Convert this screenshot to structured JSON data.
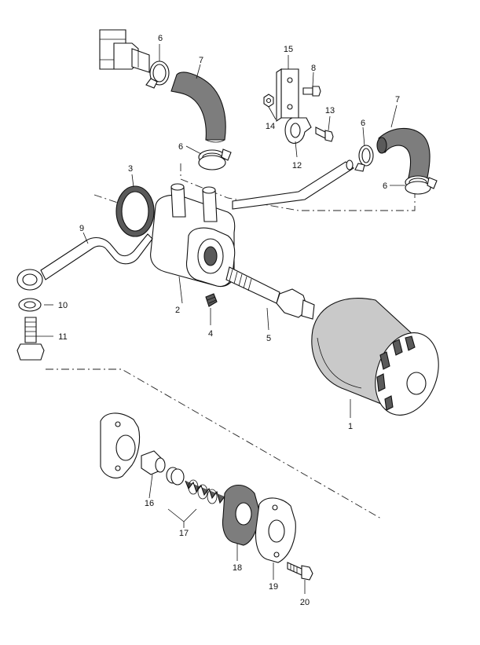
{
  "diagram": {
    "callouts": [
      {
        "id": "c1",
        "label": "1"
      },
      {
        "id": "c2",
        "label": "2"
      },
      {
        "id": "c3",
        "label": "3"
      },
      {
        "id": "c4",
        "label": "4"
      },
      {
        "id": "c5",
        "label": "5"
      },
      {
        "id": "c6a",
        "label": "6"
      },
      {
        "id": "c6b",
        "label": "6"
      },
      {
        "id": "c6c",
        "label": "6"
      },
      {
        "id": "c6d",
        "label": "6"
      },
      {
        "id": "c7a",
        "label": "7"
      },
      {
        "id": "c7b",
        "label": "7"
      },
      {
        "id": "c8",
        "label": "8"
      },
      {
        "id": "c9",
        "label": "9"
      },
      {
        "id": "c10",
        "label": "10"
      },
      {
        "id": "c11",
        "label": "11"
      },
      {
        "id": "c12",
        "label": "12"
      },
      {
        "id": "c13",
        "label": "13"
      },
      {
        "id": "c14",
        "label": "14"
      },
      {
        "id": "c15",
        "label": "15"
      },
      {
        "id": "c16",
        "label": "16"
      },
      {
        "id": "c17",
        "label": "17"
      },
      {
        "id": "c18",
        "label": "18"
      },
      {
        "id": "c19",
        "label": "19"
      },
      {
        "id": "c20",
        "label": "20"
      }
    ]
  }
}
